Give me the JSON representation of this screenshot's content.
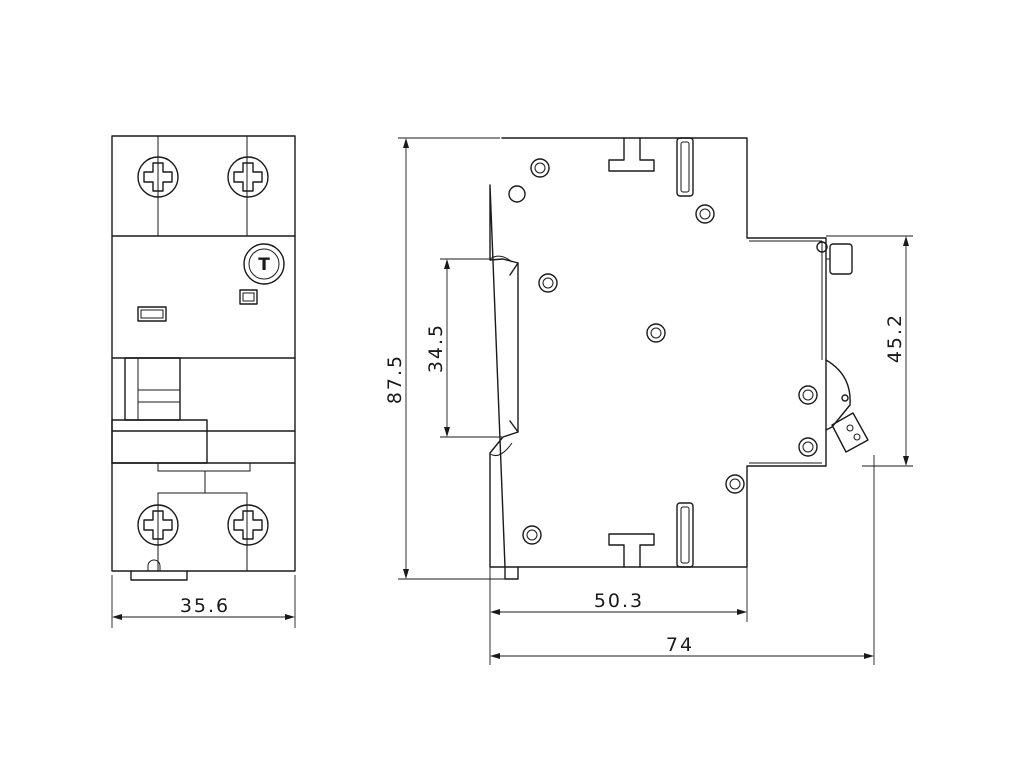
{
  "dimensions": {
    "front_width": "35.6",
    "height": "87.5",
    "rail_slot": "34.5",
    "body_depth": "50.3",
    "total_depth": "74",
    "front_height": "45.2"
  },
  "symbols": {
    "test_button_mark": "T"
  }
}
